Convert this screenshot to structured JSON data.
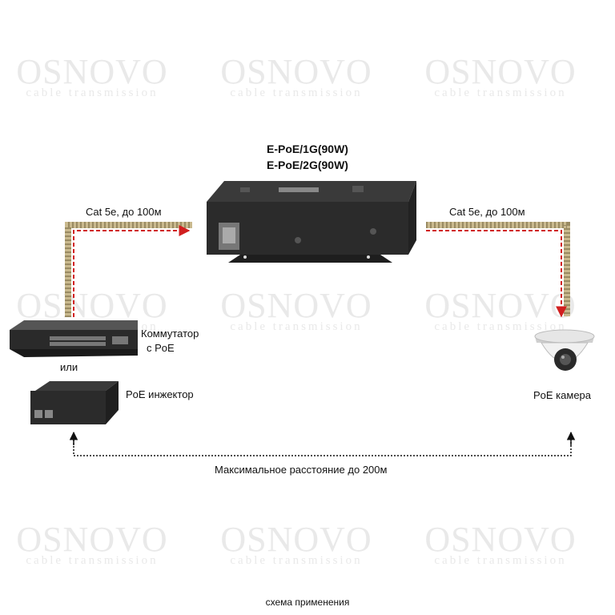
{
  "watermark": {
    "brand": "OSNOVO",
    "tagline": "cable transmission"
  },
  "device": {
    "model_1": "E-PoE/1G(90W)",
    "model_2": "E-PoE/2G(90W)"
  },
  "links": {
    "left_cable": "Cat 5e, до 100м",
    "right_cable": "Cat 5e, до 100м"
  },
  "source": {
    "switch_label_line1": "Коммутатор",
    "switch_label_line2": "с PoE",
    "or_label": "или",
    "injector_label": "PoE инжектор"
  },
  "camera": {
    "label": "PoE камера"
  },
  "distance": {
    "label": "Максимальное расстояние до 200м"
  },
  "caption": "схема применения",
  "colors": {
    "data_line": "#d11f1f",
    "device_body": "#2b2b2b",
    "cable": "#b08a3a"
  }
}
